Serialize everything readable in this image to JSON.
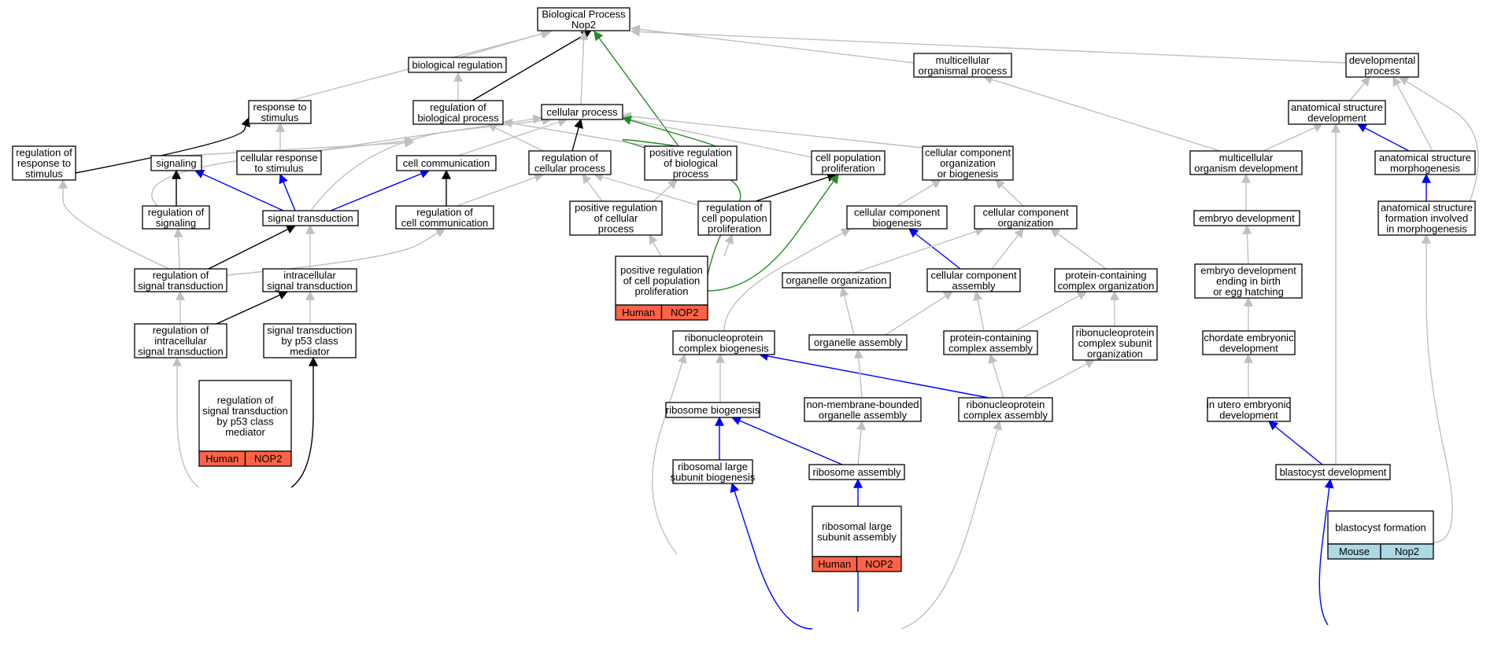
{
  "colors": {
    "gray": "#c0c0c0",
    "black": "#000000",
    "blue": "#0000ff",
    "green": "#228b22",
    "human_fill": "#ff6347",
    "mouse_fill": "#add8e6",
    "node_fill": "#ffffff"
  },
  "nodes": {
    "bp": {
      "lines": [
        "Biological Process",
        "Nop2"
      ]
    },
    "bioreg": {
      "lines": [
        "biological regulation"
      ]
    },
    "multiproc": {
      "lines": [
        "multicellular",
        "organismal process"
      ]
    },
    "devproc": {
      "lines": [
        "developmental",
        "process"
      ]
    },
    "resp": {
      "lines": [
        "response to",
        "stimulus"
      ]
    },
    "regbio": {
      "lines": [
        "regulation of",
        "biological process"
      ]
    },
    "cellproc": {
      "lines": [
        "cellular process"
      ]
    },
    "asd": {
      "lines": [
        "anatomical structure",
        "development"
      ]
    },
    "regresp": {
      "lines": [
        "regulation of",
        "response to",
        "stimulus"
      ]
    },
    "signaling": {
      "lines": [
        "signaling"
      ]
    },
    "cellresp": {
      "lines": [
        "cellular response",
        "to stimulus"
      ]
    },
    "cellcomm": {
      "lines": [
        "cell communication"
      ]
    },
    "regcell": {
      "lines": [
        "regulation of",
        "cellular process"
      ]
    },
    "posregbio": {
      "lines": [
        "positive regulation",
        "of biological",
        "process"
      ]
    },
    "cellpop": {
      "lines": [
        "cell population",
        "proliferation"
      ]
    },
    "ccob": {
      "lines": [
        "cellular component",
        "organization",
        "or biogenesis"
      ]
    },
    "mod": {
      "lines": [
        "multicellular",
        "organism development"
      ]
    },
    "asm": {
      "lines": [
        "anatomical structure",
        "morphogenesis"
      ]
    },
    "regsig": {
      "lines": [
        "regulation of",
        "signaling"
      ]
    },
    "sigtrans": {
      "lines": [
        "signal transduction"
      ]
    },
    "regcomm": {
      "lines": [
        "regulation of",
        "cell communication"
      ]
    },
    "posregcell": {
      "lines": [
        "positive regulation",
        "of cellular",
        "process"
      ]
    },
    "regcellpop": {
      "lines": [
        "regulation of",
        "cell population",
        "proliferation"
      ]
    },
    "ccbio": {
      "lines": [
        "cellular component",
        "biogenesis"
      ]
    },
    "ccorg": {
      "lines": [
        "cellular component",
        "organization"
      ]
    },
    "embdev": {
      "lines": [
        "embryo development"
      ]
    },
    "asfm": {
      "lines": [
        "anatomical structure",
        "formation involved",
        "in morphogenesis"
      ]
    },
    "posregcellpop": {
      "lines": [
        "positive regulation",
        "of cell population",
        "proliferation"
      ],
      "tags": [
        "Human",
        "NOP2"
      ]
    },
    "regsigtrans": {
      "lines": [
        "regulation of",
        "signal transduction"
      ]
    },
    "intrasig": {
      "lines": [
        "intracellular",
        "signal transduction"
      ]
    },
    "orgorg": {
      "lines": [
        "organelle organization"
      ]
    },
    "ccassem": {
      "lines": [
        "cellular component",
        "assembly"
      ]
    },
    "pcorg": {
      "lines": [
        "protein-containing",
        "complex organization"
      ]
    },
    "embbirth": {
      "lines": [
        "embryo development",
        "ending in birth",
        "or egg hatching"
      ]
    },
    "regintra": {
      "lines": [
        "regulation of",
        "intracellular",
        "signal transduction"
      ]
    },
    "p53": {
      "lines": [
        "signal transduction",
        "by p53 class",
        "mediator"
      ]
    },
    "rnpbio": {
      "lines": [
        "ribonucleoprotein",
        "complex biogenesis"
      ]
    },
    "orgassem": {
      "lines": [
        "organelle assembly"
      ]
    },
    "pcassem": {
      "lines": [
        "protein-containing",
        "complex assembly"
      ]
    },
    "rnpsub": {
      "lines": [
        "ribonucleoprotein",
        "complex subunit",
        "organization"
      ]
    },
    "chordate": {
      "lines": [
        "chordate embryonic",
        "development"
      ]
    },
    "regp53": {
      "lines": [
        "regulation of",
        "signal transduction",
        "by p53 class",
        "mediator"
      ],
      "tags": [
        "Human",
        "NOP2"
      ]
    },
    "ribobio": {
      "lines": [
        "ribosome biogenesis"
      ]
    },
    "nonmem": {
      "lines": [
        "non-membrane-bounded",
        "organelle assembly"
      ]
    },
    "rnpassem": {
      "lines": [
        "ribonucleoprotein",
        "complex assembly"
      ]
    },
    "utero": {
      "lines": [
        "in utero embryonic",
        "development"
      ]
    },
    "lsubbio": {
      "lines": [
        "ribosomal large",
        "subunit biogenesis"
      ]
    },
    "riboassem": {
      "lines": [
        "ribosome assembly"
      ]
    },
    "blastdev": {
      "lines": [
        "blastocyst development"
      ]
    },
    "lsubassem": {
      "lines": [
        "ribosomal large",
        "subunit assembly"
      ],
      "tags": [
        "Human",
        "NOP2"
      ]
    },
    "blastform": {
      "lines": [
        "blastocyst formation"
      ],
      "tags": [
        "Mouse",
        "Nop2"
      ]
    }
  },
  "edges": [
    [
      "bioreg",
      "bp",
      "gray"
    ],
    [
      "multiproc",
      "bp",
      "gray"
    ],
    [
      "devproc",
      "bp",
      "gray"
    ],
    [
      "resp",
      "bp",
      "gray"
    ],
    [
      "regbio",
      "bp",
      "black"
    ],
    [
      "cellproc",
      "bp",
      "gray"
    ],
    [
      "posregbio",
      "bp",
      "green"
    ],
    [
      "regbio",
      "bioreg",
      "gray"
    ],
    [
      "asd",
      "devproc",
      "gray"
    ],
    [
      "asm",
      "devproc",
      "gray"
    ],
    [
      "asfm",
      "devproc",
      "gray"
    ],
    [
      "mod",
      "multiproc",
      "gray"
    ],
    [
      "mod",
      "asd",
      "gray"
    ],
    [
      "asm",
      "asd",
      "blue"
    ],
    [
      "blastdev",
      "asd",
      "gray"
    ],
    [
      "regresp",
      "resp",
      "black"
    ],
    [
      "cellresp",
      "resp",
      "gray"
    ],
    [
      "signaling",
      "regbio",
      "gray"
    ],
    [
      "regsig",
      "regbio",
      "gray"
    ],
    [
      "regcell",
      "regbio",
      "gray"
    ],
    [
      "posregbio",
      "regbio",
      "gray"
    ],
    [
      "cellresp",
      "cellproc",
      "gray"
    ],
    [
      "cellcomm",
      "cellproc",
      "gray"
    ],
    [
      "regcell",
      "cellproc",
      "black"
    ],
    [
      "cellpop",
      "cellproc",
      "gray"
    ],
    [
      "ccob",
      "cellproc",
      "gray"
    ],
    [
      "sigtrans",
      "cellproc",
      "gray"
    ],
    [
      "posregcellpop",
      "cellproc",
      "green"
    ],
    [
      "regsigtrans",
      "regresp",
      "gray"
    ],
    [
      "regsig",
      "signaling",
      "black"
    ],
    [
      "sigtrans",
      "signaling",
      "blue"
    ],
    [
      "sigtrans",
      "cellresp",
      "blue"
    ],
    [
      "sigtrans",
      "cellcomm",
      "blue"
    ],
    [
      "regcomm",
      "cellcomm",
      "black"
    ],
    [
      "regcomm",
      "regcell",
      "gray"
    ],
    [
      "posregcell",
      "regcell",
      "gray"
    ],
    [
      "regcellpop",
      "regcell",
      "gray"
    ],
    [
      "posregcell",
      "posregbio",
      "gray"
    ],
    [
      "regcellpop",
      "cellpop",
      "black"
    ],
    [
      "posregcellpop",
      "cellpop",
      "green"
    ],
    [
      "ccbio",
      "ccob",
      "gray"
    ],
    [
      "ccorg",
      "ccob",
      "gray"
    ],
    [
      "embdev",
      "mod",
      "gray"
    ],
    [
      "asfm",
      "asm",
      "blue"
    ],
    [
      "regsigtrans",
      "regsig",
      "gray"
    ],
    [
      "regsigtrans",
      "sigtrans",
      "black"
    ],
    [
      "intrasig",
      "sigtrans",
      "gray"
    ],
    [
      "regsigtrans",
      "regcomm",
      "gray"
    ],
    [
      "posregcellpop",
      "posregcell",
      "gray"
    ],
    [
      "posregcellpop",
      "regcellpop",
      "gray"
    ],
    [
      "ccassem",
      "ccbio",
      "blue"
    ],
    [
      "rnpbio",
      "ccbio",
      "gray"
    ],
    [
      "orgorg",
      "ccorg",
      "gray"
    ],
    [
      "ccassem",
      "ccorg",
      "gray"
    ],
    [
      "pcorg",
      "ccorg",
      "gray"
    ],
    [
      "embbirth",
      "embdev",
      "gray"
    ],
    [
      "blastform",
      "asfm",
      "gray"
    ],
    [
      "regintra",
      "regsigtrans",
      "gray"
    ],
    [
      "regintra",
      "intrasig",
      "black"
    ],
    [
      "p53",
      "intrasig",
      "gray"
    ],
    [
      "orgassem",
      "orgorg",
      "gray"
    ],
    [
      "orgassem",
      "ccassem",
      "gray"
    ],
    [
      "pcassem",
      "ccassem",
      "gray"
    ],
    [
      "pcassem",
      "pcorg",
      "gray"
    ],
    [
      "rnpsub",
      "pcorg",
      "gray"
    ],
    [
      "chordate",
      "embbirth",
      "gray"
    ],
    [
      "regp53",
      "regintra",
      "gray"
    ],
    [
      "regp53",
      "p53",
      "black"
    ],
    [
      "ribobio",
      "rnpbio",
      "gray"
    ],
    [
      "lsubbio",
      "rnpbio",
      "gray"
    ],
    [
      "rnpassem",
      "rnpbio",
      "blue"
    ],
    [
      "nonmem",
      "orgassem",
      "gray"
    ],
    [
      "rnpassem",
      "pcassem",
      "gray"
    ],
    [
      "rnpassem",
      "rnpsub",
      "gray"
    ],
    [
      "utero",
      "chordate",
      "gray"
    ],
    [
      "lsubbio",
      "ribobio",
      "blue"
    ],
    [
      "riboassem",
      "ribobio",
      "blue"
    ],
    [
      "riboassem",
      "nonmem",
      "gray"
    ],
    [
      "lsubassem",
      "rnpassem",
      "gray"
    ],
    [
      "blastdev",
      "utero",
      "blue"
    ],
    [
      "lsubassem",
      "lsubbio",
      "blue"
    ],
    [
      "lsubassem",
      "riboassem",
      "blue"
    ],
    [
      "blastform",
      "blastdev",
      "blue"
    ]
  ]
}
